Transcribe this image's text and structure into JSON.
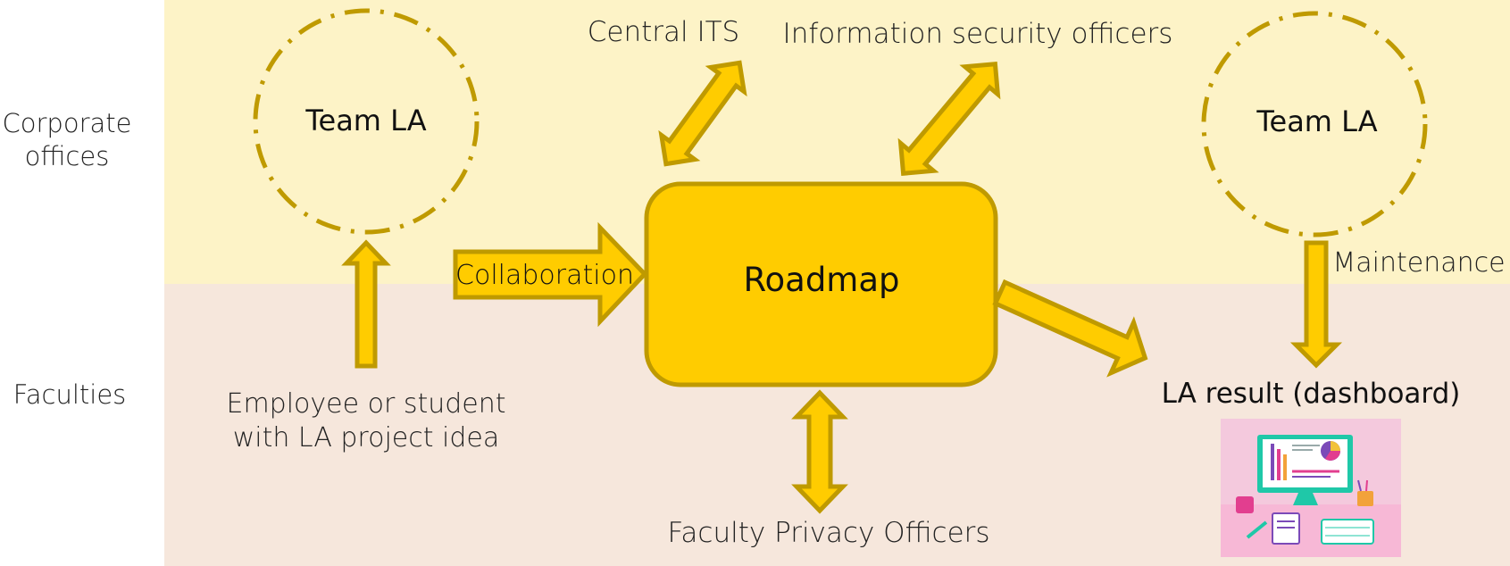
{
  "rows": {
    "top_label": "Corporate offices",
    "top_label_line1": "Corporate",
    "top_label_line2": "offices",
    "bottom_label": "Faculties"
  },
  "nodes": {
    "central_its": "Central ITS",
    "info_security": "Information security officers",
    "team_la_left": "Team LA",
    "team_la_right": "Team LA",
    "roadmap": "Roadmap",
    "employee_line1": "Employee or student",
    "employee_line2": "with LA project idea",
    "faculty_privacy": "Faculty Privacy Officers",
    "la_result": "LA result (dashboard)"
  },
  "edges": {
    "collaboration": "Collaboration",
    "maintenance": "Maintenance"
  },
  "colors": {
    "top_band": "#fdf3c7",
    "bottom_band": "#f6e7dc",
    "shape_fill": "#ffcc00",
    "shape_stroke": "#bf9a00",
    "circle_stroke": "#bf9a00",
    "dashboard_bg": "#f4c9dd"
  },
  "icons": {
    "dashboard_illustration": "dashboard-illustration-icon"
  }
}
